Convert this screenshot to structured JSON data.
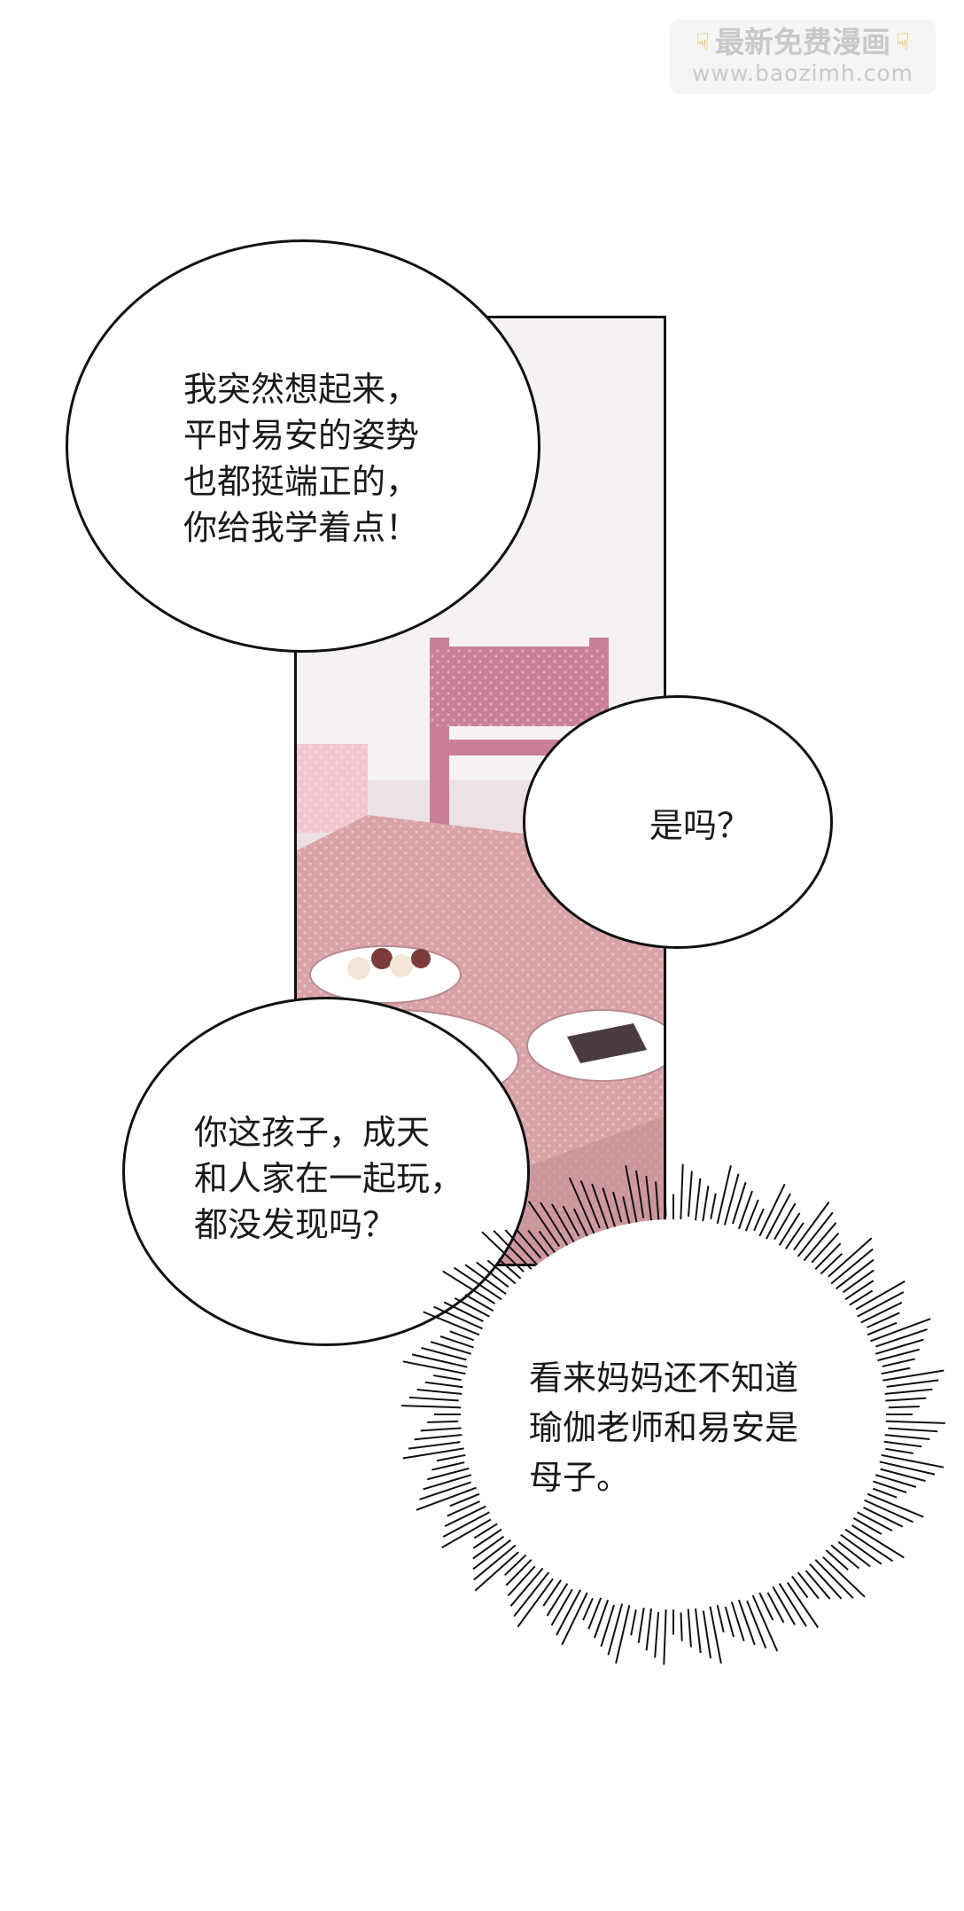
{
  "watermark": {
    "title": "最新免费漫画",
    "url": "www.baozimh.com"
  },
  "bubbles": [
    {
      "lines": [
        "我突然想起来，",
        "平时易安的姿势",
        "也都挺端正的，",
        "你给我学着点！"
      ]
    },
    {
      "lines": [
        "是吗？"
      ]
    },
    {
      "lines": [
        "你这孩子，成天",
        "和人家在一起玩，",
        "都没发现吗？"
      ]
    }
  ],
  "burst": {
    "lines": [
      "看来妈妈还不知道",
      "瑜伽老师和易安是",
      "母子。"
    ]
  },
  "colors": {
    "table": "#d9a3a8",
    "chair": "#c97f9a",
    "outline": "#111111"
  }
}
